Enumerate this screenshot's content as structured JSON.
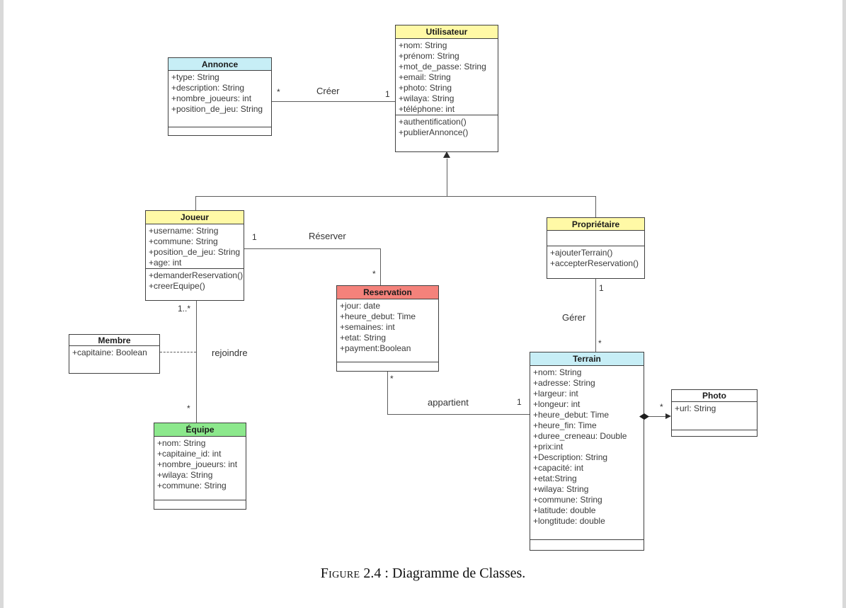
{
  "caption": {
    "prefix": "Figure",
    "text": "2.4 : Diagramme de Classes."
  },
  "colors": {
    "yellow": "#fff9a6",
    "cyan": "#c7eef6",
    "red": "#f4827b",
    "green": "#8ce88c",
    "white": "#ffffff"
  },
  "classes": {
    "utilisateur": {
      "name": "Utilisateur",
      "attributes": [
        "+nom: String",
        "+prénom: String",
        "+mot_de_passe: String",
        "+email: String",
        "+photo: String",
        "+wilaya: String",
        "+téléphone: int"
      ],
      "methods": [
        "+authentification()",
        "+publierAnnonce()"
      ]
    },
    "annonce": {
      "name": "Annonce",
      "attributes": [
        "+type: String",
        "+description: String",
        "+nombre_joueurs: int",
        "+position_de_jeu: String"
      ],
      "methods": []
    },
    "joueur": {
      "name": "Joueur",
      "attributes": [
        "+username: String",
        "+commune: String",
        "+position_de_jeu: String",
        "+age: int"
      ],
      "methods": [
        "+demanderReservation()",
        "+creerEquipe()"
      ]
    },
    "proprietaire": {
      "name": "Propriétaire",
      "attributes": [],
      "methods": [
        "+ajouterTerrain()",
        "+accepterReservation()"
      ]
    },
    "reservation": {
      "name": "Reservation",
      "attributes": [
        "+jour: date",
        "+heure_debut: Time",
        "+semaines: int",
        "+etat: String",
        "+payment:Boolean"
      ],
      "methods": []
    },
    "membre": {
      "name": "Membre",
      "attributes": [
        "+capitaine: Boolean"
      ],
      "methods": []
    },
    "equipe": {
      "name": "Équipe",
      "attributes": [
        "+nom: String",
        "+capitaine_id: int",
        "+nombre_joueurs: int",
        "+wilaya: String",
        "+commune: String"
      ],
      "methods": []
    },
    "terrain": {
      "name": "Terrain",
      "attributes": [
        "+nom: String",
        "+adresse: String",
        "+largeur: int",
        "+longeur: int",
        "+heure_debut: Time",
        "+heure_fin: Time",
        "+duree_creneau: Double",
        "+prix:int",
        "+Description: String",
        "+capacité: int",
        "+etat:String",
        "+wilaya: String",
        "+commune: String",
        "+latitude: double",
        "+longtitude: double"
      ],
      "methods": []
    },
    "photo": {
      "name": "Photo",
      "attributes": [
        "+url: String"
      ],
      "methods": []
    }
  },
  "associations": {
    "creer": {
      "label": "Créer",
      "mult_source": "*",
      "mult_target": "1"
    },
    "reserver": {
      "label": "Réserver",
      "mult_source": "1",
      "mult_target": "*"
    },
    "appartient": {
      "label": "appartient",
      "mult_source": "*",
      "mult_target": "1"
    },
    "gerer": {
      "label": "Gérer",
      "mult_source": "1",
      "mult_target": "*"
    },
    "rejoindre": {
      "label": "rejoindre",
      "mult_source": "1..*",
      "mult_target": "*"
    },
    "terrain_photo": {
      "mult_target": "*"
    }
  }
}
